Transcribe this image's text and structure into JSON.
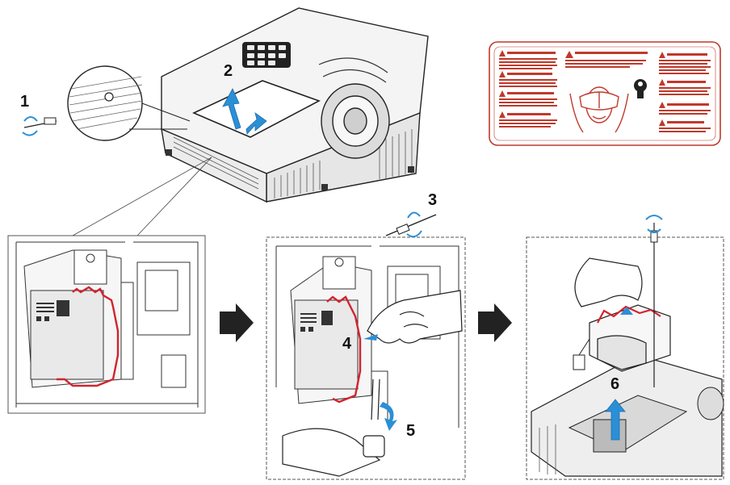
{
  "steps": {
    "s1": "1",
    "s2": "2",
    "s3": "3",
    "s4": "4",
    "s5": "5",
    "s6": "6"
  },
  "colors": {
    "line": "#222222",
    "highlight": "#d1242f",
    "arrow_fill": "#222222",
    "accent_blue": "#2b8fd6",
    "panel_border": "#555555",
    "label_border": "#c0392b"
  },
  "icons": {
    "screwdriver": "screwdriver-icon",
    "rotate": "rotate-arrow-icon",
    "next": "next-arrow-icon",
    "warning": "warning-triangle-icon",
    "goggles": "safety-goggles-icon",
    "wrench": "wrench-icon"
  }
}
